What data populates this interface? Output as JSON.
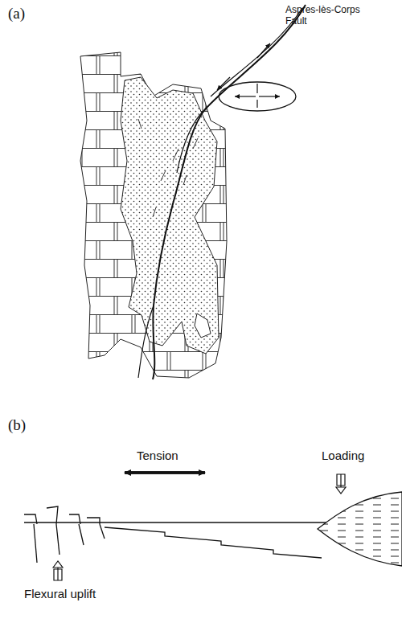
{
  "diagram": {
    "labels": [
      "(a)",
      "Aspres-lès-Corps Fault",
      "(b)",
      "Tension",
      "Loading",
      "Flexural uplift"
    ]
  }
}
